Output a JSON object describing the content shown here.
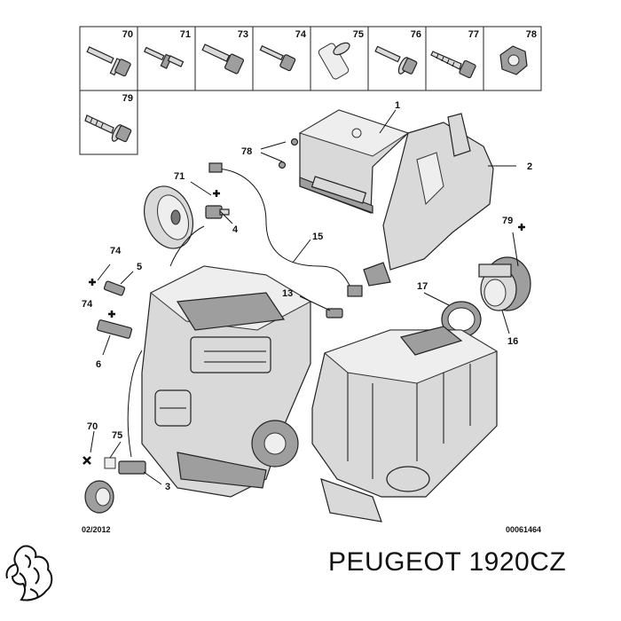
{
  "fastener_grid": {
    "cells": [
      {
        "label": "70",
        "icon": "bolt-flange-icon"
      },
      {
        "label": "71",
        "icon": "stud-bolt-icon"
      },
      {
        "label": "73",
        "icon": "hex-bolt-icon"
      },
      {
        "label": "74",
        "icon": "small-bolt-icon"
      },
      {
        "label": "75",
        "icon": "sleeve-icon"
      },
      {
        "label": "76",
        "icon": "bolt-washer-icon"
      },
      {
        "label": "77",
        "icon": "self-tapping-screw-icon"
      },
      {
        "label": "78",
        "icon": "hex-nut-icon"
      },
      {
        "label": "79",
        "icon": "screw-washer-icon"
      }
    ]
  },
  "callouts": {
    "c1": "1",
    "c2": "2",
    "c78": "78",
    "c71": "71",
    "c4": "4",
    "c15": "15",
    "c79": "79",
    "c74a": "74",
    "c5": "5",
    "c13": "13",
    "c17": "17",
    "c74b": "74",
    "c6": "6",
    "c16": "16",
    "c70": "70",
    "c75": "75",
    "c3": "3"
  },
  "footer": {
    "date_code": "02/2012",
    "diagram_number": "00061464"
  },
  "brand": {
    "title": "PEUGEOT 1920CZ",
    "logo_icon": "peugeot-lion-logo-icon"
  }
}
